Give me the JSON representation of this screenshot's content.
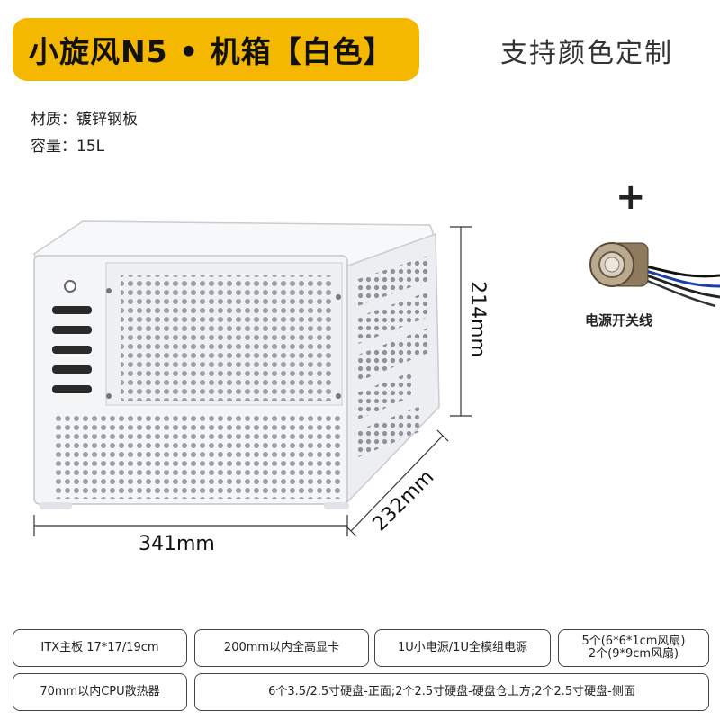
{
  "title": "小旋风N5 • 机箱【白色】",
  "custom_note": "支持颜色定制",
  "specs": {
    "material": "材质：镀锌钢板",
    "capacity": "容量：15L"
  },
  "accessory": {
    "plus": "+",
    "label": "电源开关线"
  },
  "dimensions": {
    "height": "214mm",
    "depth": "232mm",
    "width": "341mm"
  },
  "features": {
    "motherboard": "ITX主板 17*17/19cm",
    "gpu": "200mm以内全高显卡",
    "psu": "1U小电源/1U全模组电源",
    "fans_line1": "5个(6*6*1cm风扇)",
    "fans_line2": "2个(9*9cm风扇)",
    "cooler": "70mm以内CPU散热器",
    "drives": "6个3.5/2.5寸硬盘-正面;2个2.5寸硬盘-硬盘仓上方;2个2.5寸硬盘-侧面"
  },
  "colors": {
    "accent": "#f5b800",
    "case_body": "#f2f3f5"
  }
}
